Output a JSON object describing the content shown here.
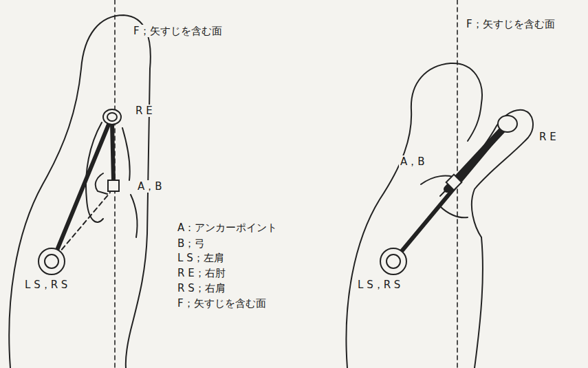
{
  "diagram": {
    "labels": [
      "F；矢すじを含む面",
      "R E",
      "A，B",
      "A：アンカーポイント",
      "B；弓",
      "L S；左肩",
      "R E；右肘",
      "R S；右肩",
      "F；矢すじを含む面",
      "L S，R S",
      "F；矢すじを含む面",
      "A，B",
      "R E",
      "L S，R S"
    ]
  }
}
